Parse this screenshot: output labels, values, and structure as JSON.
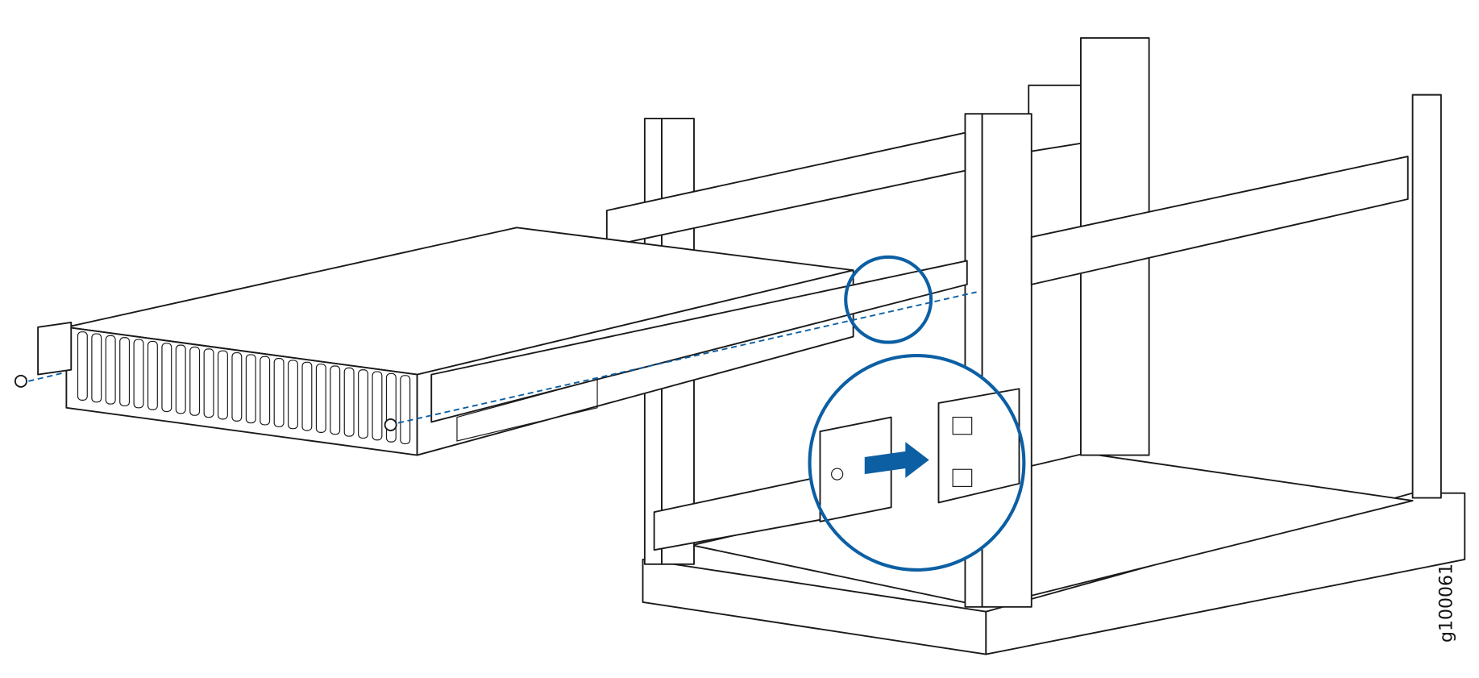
{
  "figure": {
    "id_label": "g100061",
    "accent_color": "#0c5fa3",
    "description_icons": [
      "server-chassis",
      "rack",
      "mounting-rail",
      "screw",
      "arrow-right-icon"
    ]
  }
}
